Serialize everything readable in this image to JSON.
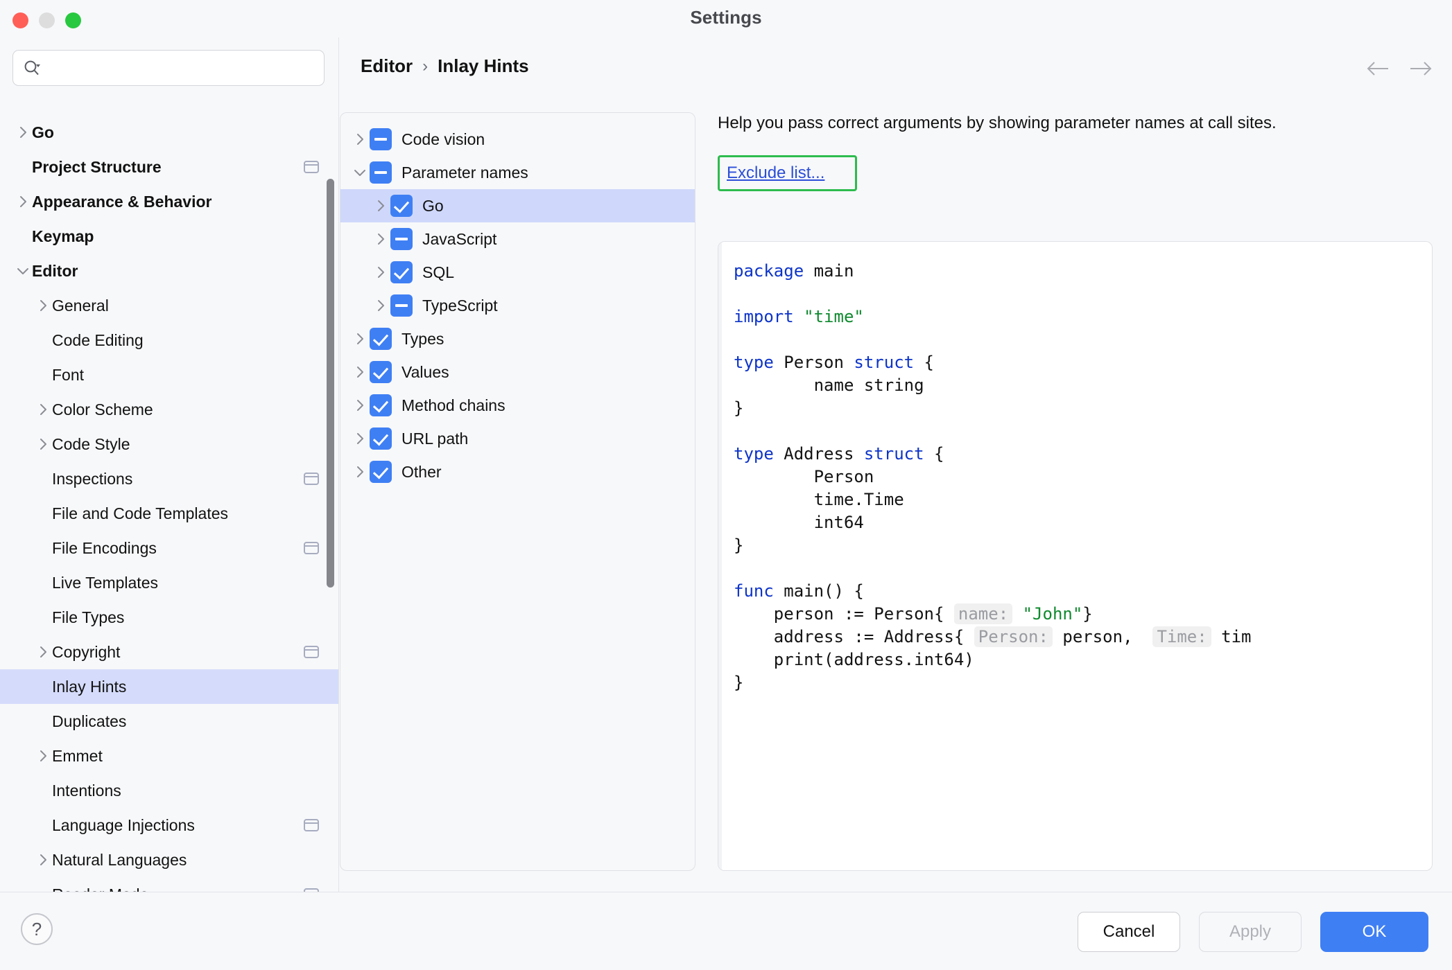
{
  "window": {
    "title": "Settings",
    "traffic_lights": [
      "close-button",
      "minimize-button",
      "maximize-button"
    ]
  },
  "search": {
    "value": "",
    "placeholder": "",
    "icon": "search-icon"
  },
  "sidebar": {
    "items": [
      {
        "label": "Go",
        "level": 0,
        "arrow": "right",
        "badge": false,
        "selected": false
      },
      {
        "label": "Project Structure",
        "level": 0,
        "arrow": "none",
        "badge": true,
        "selected": false
      },
      {
        "label": "Appearance & Behavior",
        "level": 0,
        "arrow": "right",
        "badge": false,
        "selected": false
      },
      {
        "label": "Keymap",
        "level": 0,
        "arrow": "none",
        "badge": false,
        "selected": false
      },
      {
        "label": "Editor",
        "level": 0,
        "arrow": "down",
        "badge": false,
        "selected": false
      },
      {
        "label": "General",
        "level": 1,
        "arrow": "right",
        "badge": false,
        "selected": false
      },
      {
        "label": "Code Editing",
        "level": 1,
        "arrow": "none",
        "badge": false,
        "selected": false
      },
      {
        "label": "Font",
        "level": 1,
        "arrow": "none",
        "badge": false,
        "selected": false
      },
      {
        "label": "Color Scheme",
        "level": 1,
        "arrow": "right",
        "badge": false,
        "selected": false
      },
      {
        "label": "Code Style",
        "level": 1,
        "arrow": "right",
        "badge": false,
        "selected": false
      },
      {
        "label": "Inspections",
        "level": 1,
        "arrow": "none",
        "badge": true,
        "selected": false
      },
      {
        "label": "File and Code Templates",
        "level": 1,
        "arrow": "none",
        "badge": false,
        "selected": false
      },
      {
        "label": "File Encodings",
        "level": 1,
        "arrow": "none",
        "badge": true,
        "selected": false
      },
      {
        "label": "Live Templates",
        "level": 1,
        "arrow": "none",
        "badge": false,
        "selected": false
      },
      {
        "label": "File Types",
        "level": 1,
        "arrow": "none",
        "badge": false,
        "selected": false
      },
      {
        "label": "Copyright",
        "level": 1,
        "arrow": "right",
        "badge": true,
        "selected": false
      },
      {
        "label": "Inlay Hints",
        "level": 1,
        "arrow": "none",
        "badge": false,
        "selected": true
      },
      {
        "label": "Duplicates",
        "level": 1,
        "arrow": "none",
        "badge": false,
        "selected": false
      },
      {
        "label": "Emmet",
        "level": 1,
        "arrow": "right",
        "badge": false,
        "selected": false
      },
      {
        "label": "Intentions",
        "level": 1,
        "arrow": "none",
        "badge": false,
        "selected": false
      },
      {
        "label": "Language Injections",
        "level": 1,
        "arrow": "none",
        "badge": true,
        "selected": false
      },
      {
        "label": "Natural Languages",
        "level": 1,
        "arrow": "right",
        "badge": false,
        "selected": false
      },
      {
        "label": "Reader Mode",
        "level": 1,
        "arrow": "none",
        "badge": true,
        "selected": false
      }
    ]
  },
  "header": {
    "breadcrumb": [
      "Editor",
      "Inlay Hints"
    ],
    "separator": "›",
    "back_icon": "arrow-left-icon",
    "forward_icon": "arrow-right-icon"
  },
  "hints_tree": {
    "items": [
      {
        "label": "Code vision",
        "depth": 0,
        "arrow": "right",
        "state": "indeterminate",
        "selected": false
      },
      {
        "label": "Parameter names",
        "depth": 0,
        "arrow": "down",
        "state": "indeterminate",
        "selected": false
      },
      {
        "label": "Go",
        "depth": 1,
        "arrow": "right",
        "state": "checked",
        "selected": true
      },
      {
        "label": "JavaScript",
        "depth": 1,
        "arrow": "right",
        "state": "indeterminate",
        "selected": false
      },
      {
        "label": "SQL",
        "depth": 1,
        "arrow": "right",
        "state": "checked",
        "selected": false
      },
      {
        "label": "TypeScript",
        "depth": 1,
        "arrow": "right",
        "state": "indeterminate",
        "selected": false
      },
      {
        "label": "Types",
        "depth": 0,
        "arrow": "right",
        "state": "checked",
        "selected": false
      },
      {
        "label": "Values",
        "depth": 0,
        "arrow": "right",
        "state": "checked",
        "selected": false
      },
      {
        "label": "Method chains",
        "depth": 0,
        "arrow": "right",
        "state": "checked",
        "selected": false
      },
      {
        "label": "URL path",
        "depth": 0,
        "arrow": "right",
        "state": "checked",
        "selected": false
      },
      {
        "label": "Other",
        "depth": 0,
        "arrow": "right",
        "state": "checked",
        "selected": false
      }
    ]
  },
  "detail": {
    "description": "Help you pass correct arguments by showing parameter names at call sites.",
    "exclude_link": "Exclude list...",
    "highlight_color": "#2dbc4e",
    "link_color": "#2b4ed8",
    "code_lines": [
      [
        {
          "t": "package",
          "c": "kw"
        },
        {
          "t": " main",
          "c": ""
        }
      ],
      [],
      [
        {
          "t": "import",
          "c": "kw"
        },
        {
          "t": " ",
          "c": ""
        },
        {
          "t": "\"time\"",
          "c": "str"
        }
      ],
      [],
      [
        {
          "t": "type",
          "c": "kw"
        },
        {
          "t": " Person ",
          "c": ""
        },
        {
          "t": "struct",
          "c": "kw"
        },
        {
          "t": " {",
          "c": ""
        }
      ],
      [
        {
          "t": "        name string",
          "c": ""
        }
      ],
      [
        {
          "t": "}",
          "c": ""
        }
      ],
      [],
      [
        {
          "t": "type",
          "c": "kw"
        },
        {
          "t": " Address ",
          "c": ""
        },
        {
          "t": "struct",
          "c": "kw"
        },
        {
          "t": " {",
          "c": ""
        }
      ],
      [
        {
          "t": "        Person",
          "c": ""
        }
      ],
      [
        {
          "t": "        time.Time",
          "c": ""
        }
      ],
      [
        {
          "t": "        int64",
          "c": ""
        }
      ],
      [
        {
          "t": "}",
          "c": ""
        }
      ],
      [],
      [
        {
          "t": "func",
          "c": "kw"
        },
        {
          "t": " main() {",
          "c": ""
        }
      ],
      [
        {
          "t": "    person := Person{ ",
          "c": ""
        },
        {
          "t": "name:",
          "c": "hint"
        },
        {
          "t": " ",
          "c": ""
        },
        {
          "t": "\"John\"",
          "c": "str"
        },
        {
          "t": "}",
          "c": ""
        }
      ],
      [
        {
          "t": "    address := Address{ ",
          "c": ""
        },
        {
          "t": "Person:",
          "c": "hint"
        },
        {
          "t": " person,  ",
          "c": ""
        },
        {
          "t": "Time:",
          "c": "hint"
        },
        {
          "t": " tim",
          "c": ""
        }
      ],
      [
        {
          "t": "    print(address.int64)",
          "c": ""
        }
      ],
      [
        {
          "t": "}",
          "c": ""
        }
      ]
    ]
  },
  "footer": {
    "help_glyph": "?",
    "cancel_label": "Cancel",
    "apply_label": "Apply",
    "apply_enabled": false,
    "ok_label": "OK",
    "ok_color": "#3f7ff4"
  }
}
